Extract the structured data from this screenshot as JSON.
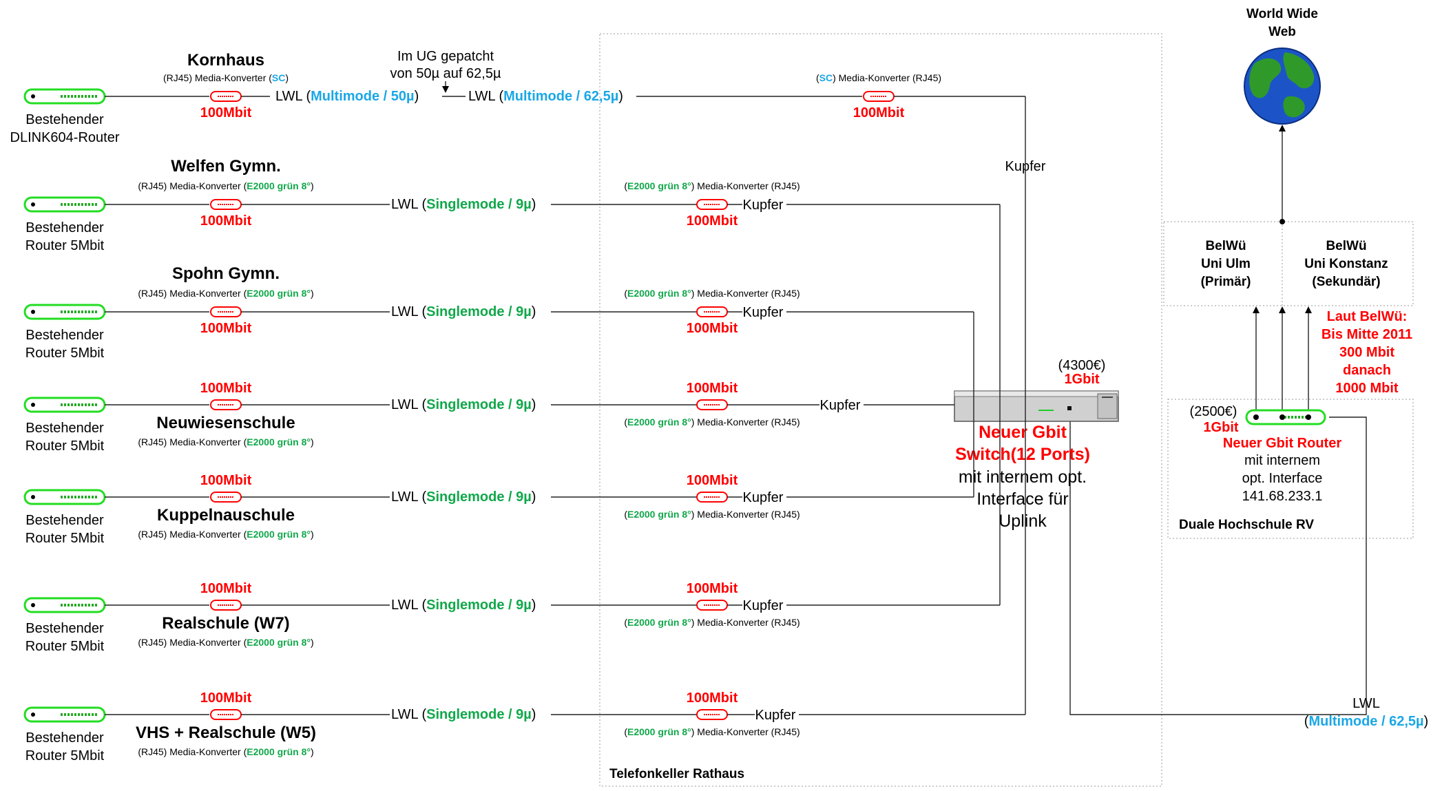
{
  "internet": {
    "label_line1": "World Wide",
    "label_line2": "Web"
  },
  "speed_100": "100Mbit",
  "speed_1g": "1Gbit",
  "kupfer": "Kupfer",
  "lwl": "LWL",
  "paren_open": "(",
  "paren_close": ")",
  "mk_prefix": "(RJ45) Media-Konverter (",
  "mk_suffix": ") Media-Konverter (RJ45)",
  "connector_e2000": "E2000 grün 8°",
  "connector_sc": "SC",
  "fiber_single": "Singlemode / 9µ",
  "fiber_multi50": "Multimode / 50µ",
  "fiber_multi625": "Multimode / 62,5µ",
  "sites": [
    {
      "name": "Kornhaus",
      "router_line1": "Bestehender",
      "router_line2": "DLINK604-Router"
    },
    {
      "name": "Welfen Gymn.",
      "router_line1": "Bestehender",
      "router_line2": "Router 5Mbit"
    },
    {
      "name": "Spohn Gymn.",
      "router_line1": "Bestehender",
      "router_line2": "Router 5Mbit"
    },
    {
      "name": "Neuwiesenschule",
      "router_line1": "Bestehender",
      "router_line2": "Router 5Mbit"
    },
    {
      "name": "Kuppelnauschule",
      "router_line1": "Bestehender",
      "router_line2": "Router 5Mbit"
    },
    {
      "name": "Realschule (W7)",
      "router_line1": "Bestehender",
      "router_line2": "Router 5Mbit"
    },
    {
      "name": "VHS + Realschule (W5)",
      "router_line1": "Bestehender",
      "router_line2": "Router 5Mbit"
    }
  ],
  "patch_note": {
    "line1": "Im UG gepatcht",
    "line2": "von 50µ auf 62,5µ"
  },
  "switch": {
    "price": "(4300€)",
    "title_line1": "Neuer Gbit",
    "title_line2": "Switch(12 Ports)",
    "desc_line1": "mit internem opt.",
    "desc_line2": "Interface für",
    "desc_line3": "Uplink"
  },
  "rathaus_label": "Telefonkeller Rathaus",
  "belwue": {
    "primary": [
      "BelWü",
      "Uni Ulm",
      "(Primär)"
    ],
    "secondary": [
      "BelWü",
      "Uni Konstanz",
      "(Sekundär)"
    ],
    "note": [
      "Laut BelWü:",
      "Bis Mitte 2011",
      "300 Mbit",
      "danach",
      "1000 Mbit"
    ]
  },
  "router_new": {
    "price": "(2500€)",
    "title": "Neuer Gbit Router",
    "desc_line1": "mit internem",
    "desc_line2": "opt. Interface",
    "ip": "141.68.233.1"
  },
  "dhbw_label": "Duale Hochschule  RV",
  "colors": {
    "red": "#ff0000",
    "blue": "#1aa7e6",
    "green": "#10a84a",
    "device_green": "#22dd22"
  }
}
